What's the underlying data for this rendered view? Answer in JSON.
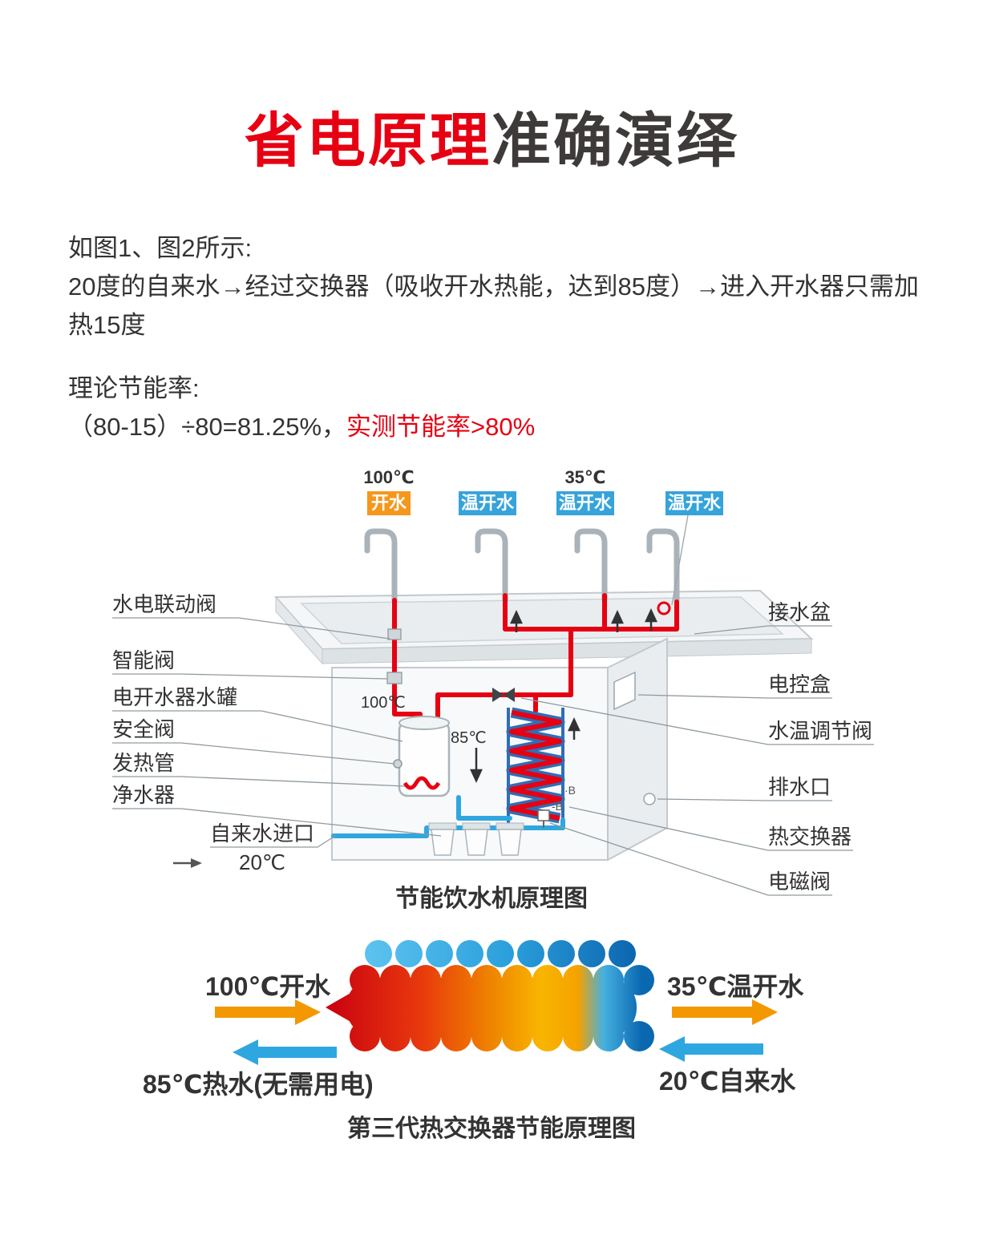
{
  "title": {
    "highlight": "省电原理",
    "rest": "准确演绎"
  },
  "intro": {
    "line1": "如图1、图2所示:",
    "line2": "20度的自来水→经过交换器（吸收开水热能，达到85度）→进入开水器只需加热15度",
    "section_label": "理论节能率:",
    "formula": "（80-15）÷80=81.25%，",
    "formula_highlight": "实测节能率>80%"
  },
  "diagram1": {
    "caption": "节能饮水机原理图",
    "top_temps": {
      "boiling": "100℃",
      "warm": "35℃"
    },
    "taps": [
      {
        "label": "开水",
        "type": "boiling"
      },
      {
        "label": "温开水",
        "type": "warm"
      },
      {
        "label": "温开水",
        "type": "warm"
      },
      {
        "label": "温开水",
        "type": "warm"
      }
    ],
    "inner_labels": {
      "tank_temp": "100℃",
      "exchanger_temp": "85℃",
      "port_b1": "·B",
      "port_b2": "-B"
    },
    "left_labels": [
      "水电联动阀",
      "智能阀",
      "电开水器水罐",
      "安全阀",
      "发热管",
      "净水器",
      "自来水进口"
    ],
    "inlet_temp": "20℃",
    "right_labels": [
      "接水盆",
      "电控盒",
      "水温调节阀",
      "排水口",
      "热交换器",
      "电磁阀"
    ]
  },
  "diagram2": {
    "caption": "第三代热交换器节能原理图",
    "hot_in": "100℃开水",
    "hot_out": "35℃温开水",
    "warm_out": "85℃热水(无需用电)",
    "cold_in": "20℃自来水"
  },
  "colors": {
    "accent_red": "#e60012",
    "boiling_badge": "#f5971d",
    "warm_badge": "#36a3da",
    "hot_pipe": "#e60012",
    "cold_pipe": "#2ea7e0"
  }
}
